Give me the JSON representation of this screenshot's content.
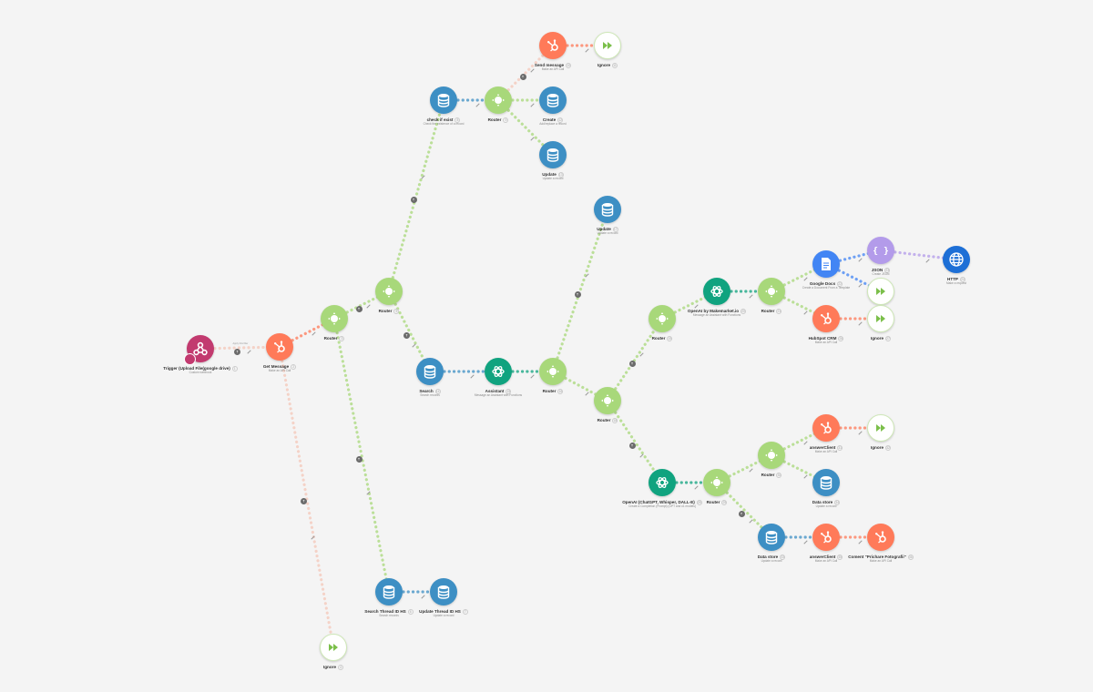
{
  "colors": {
    "router": "#a8d87a",
    "hubspot": "#ff7a59",
    "datastore": "#3d8fc4",
    "openai": "#10a37f",
    "trigger": "#c23a6f",
    "ignore": "#a8d87a",
    "json": "#b39bea",
    "http": "#1d6fd6",
    "gdocs": "#4285f4",
    "background": "#f4f4f4"
  },
  "nodes": [
    {
      "id": "trigger",
      "kind": "trigger",
      "icon": "webhook-icon",
      "label": "Trigger (Upload File(google drive)",
      "sub": "Custom webhook",
      "badge": "1"
    },
    {
      "id": "get_message",
      "kind": "hubspot",
      "icon": "hubspot-icon",
      "label": "Get Message",
      "sub": "Make an API Call",
      "badge": "2"
    },
    {
      "id": "router1",
      "kind": "router",
      "icon": "router-icon",
      "label": "Router",
      "sub": "",
      "badge": "3"
    },
    {
      "id": "ignore_bottom",
      "kind": "ignore",
      "icon": "ignore-icon",
      "label": "Ignore",
      "sub": "",
      "badge": "4"
    },
    {
      "id": "router2",
      "kind": "router",
      "icon": "router-icon",
      "label": "Router",
      "sub": "",
      "badge": "5"
    },
    {
      "id": "search_thread",
      "kind": "datastore",
      "icon": "datastore-icon",
      "label": "Search Thread ID HS",
      "sub": "Search records",
      "badge": "6"
    },
    {
      "id": "update_thread",
      "kind": "datastore",
      "icon": "datastore-icon",
      "label": "Update Thread ID HS",
      "sub": "Update a record",
      "badge": "7"
    },
    {
      "id": "check_exist",
      "kind": "datastore",
      "icon": "datastore-icon",
      "label": "check if exist",
      "sub": "Check the existence of a record",
      "badge": "8"
    },
    {
      "id": "router_top",
      "kind": "router",
      "icon": "router-icon",
      "label": "Router",
      "sub": "",
      "badge": "9"
    },
    {
      "id": "send_message",
      "kind": "hubspot",
      "icon": "hubspot-icon",
      "label": "Send message",
      "sub": "Make an API Call",
      "badge": "10"
    },
    {
      "id": "ignore_top",
      "kind": "ignore",
      "icon": "ignore-icon",
      "label": "Ignore",
      "sub": "",
      "badge": "11"
    },
    {
      "id": "create",
      "kind": "datastore",
      "icon": "datastore-icon",
      "label": "Create",
      "sub": "Add/replace a record",
      "badge": "12"
    },
    {
      "id": "update_top",
      "kind": "datastore",
      "icon": "datastore-icon",
      "label": "Update",
      "sub": "Update a record",
      "badge": "13"
    },
    {
      "id": "search",
      "kind": "datastore",
      "icon": "datastore-icon",
      "label": "Search",
      "sub": "Search records",
      "badge": "14"
    },
    {
      "id": "assistant",
      "kind": "openai",
      "icon": "openai-icon",
      "label": "Assistant",
      "sub": "Message an Assistant with Functions",
      "badge": "15"
    },
    {
      "id": "router3",
      "kind": "router",
      "icon": "router-icon",
      "label": "Router",
      "sub": "",
      "badge": "16"
    },
    {
      "id": "update_mid",
      "kind": "datastore",
      "icon": "datastore-icon",
      "label": "Update",
      "sub": "Update a record",
      "badge": "17"
    },
    {
      "id": "router4",
      "kind": "router",
      "icon": "router-icon",
      "label": "Router",
      "sub": "",
      "badge": "18"
    },
    {
      "id": "router5",
      "kind": "router",
      "icon": "router-icon",
      "label": "Router",
      "sub": "",
      "badge": "19"
    },
    {
      "id": "openai_make",
      "kind": "openai",
      "icon": "openai-icon",
      "label": "OpenAI by Makemarket.io",
      "sub": "Message an Assistant with Functions",
      "badge": "20"
    },
    {
      "id": "router6",
      "kind": "router",
      "icon": "router-icon",
      "label": "Router",
      "sub": "",
      "badge": "21"
    },
    {
      "id": "gdocs",
      "kind": "gdocs",
      "icon": "google-docs-icon",
      "label": "Google Docs",
      "sub": "Create a Document From a Template",
      "badge": "22"
    },
    {
      "id": "json",
      "kind": "json",
      "icon": "json-icon",
      "label": "JSON",
      "sub": "Create JSON",
      "badge": "23"
    },
    {
      "id": "http",
      "kind": "http",
      "icon": "globe-icon",
      "label": "HTTP",
      "sub": "Make a request",
      "badge": "24"
    },
    {
      "id": "ignore_gdocs",
      "kind": "ignore",
      "icon": "ignore-icon",
      "label": "Ignore",
      "sub": "",
      "badge": "25"
    },
    {
      "id": "hubspot_crm",
      "kind": "hubspot",
      "icon": "hubspot-icon",
      "label": "HubSpot CRM",
      "sub": "Make an API Call",
      "badge": "26"
    },
    {
      "id": "ignore_crm",
      "kind": "ignore",
      "icon": "ignore-icon",
      "label": "Ignore",
      "sub": "",
      "badge": "27"
    },
    {
      "id": "openai_whisper",
      "kind": "openai",
      "icon": "openai-icon",
      "label": "OpenAI (ChatGPT, Whisper, DALL-E)",
      "sub": "Create a Completion (Prompt) (GPT and o1 models)",
      "badge": "28"
    },
    {
      "id": "router7",
      "kind": "router",
      "icon": "router-icon",
      "label": "Router",
      "sub": "",
      "badge": "29"
    },
    {
      "id": "router8",
      "kind": "router",
      "icon": "router-icon",
      "label": "Router",
      "sub": "",
      "badge": "30"
    },
    {
      "id": "answer_client1",
      "kind": "hubspot",
      "icon": "hubspot-icon",
      "label": "answerClient",
      "sub": "Make an API Call",
      "badge": "31"
    },
    {
      "id": "ignore_answer",
      "kind": "ignore",
      "icon": "ignore-icon",
      "label": "Ignore",
      "sub": "",
      "badge": "32"
    },
    {
      "id": "datastore_a",
      "kind": "datastore",
      "icon": "datastore-icon",
      "label": "Data store",
      "sub": "Update a record",
      "badge": "33"
    },
    {
      "id": "datastore_b",
      "kind": "datastore",
      "icon": "datastore-icon",
      "label": "Data store",
      "sub": "Update a record",
      "badge": "34"
    },
    {
      "id": "answer_client2",
      "kind": "hubspot",
      "icon": "hubspot-icon",
      "label": "answerClient",
      "sub": "Make an API Call",
      "badge": "35"
    },
    {
      "id": "comment",
      "kind": "hubspot",
      "icon": "hubspot-icon",
      "label": "Coment \"Prichare Fotografii\"",
      "sub": "Make an API Call",
      "badge": "36"
    }
  ],
  "links": [
    {
      "from": "trigger",
      "to": "get_message",
      "style": "pink",
      "text": "Apply this filter",
      "filter": true
    },
    {
      "from": "get_message",
      "to": "router1",
      "style": "hubspot",
      "text": "",
      "filter": false
    },
    {
      "from": "get_message",
      "to": "ignore_bottom",
      "style": "pink",
      "text": "",
      "filter": true
    },
    {
      "from": "router1",
      "to": "router2",
      "style": "router",
      "text": "",
      "filter": true
    },
    {
      "from": "router1",
      "to": "search_thread",
      "style": "router",
      "text": "",
      "filter": true
    },
    {
      "from": "router2",
      "to": "check_exist",
      "style": "router",
      "text": "",
      "filter": true
    },
    {
      "from": "router2",
      "to": "search",
      "style": "router",
      "text": "",
      "filter": true
    },
    {
      "from": "search_thread",
      "to": "update_thread",
      "style": "datastore",
      "text": "",
      "filter": false
    },
    {
      "from": "check_exist",
      "to": "router_top",
      "style": "datastore",
      "text": "",
      "filter": false
    },
    {
      "from": "router_top",
      "to": "send_message",
      "style": "pink",
      "text": "",
      "filter": true
    },
    {
      "from": "send_message",
      "to": "ignore_top",
      "style": "hubspot",
      "text": "",
      "filter": false
    },
    {
      "from": "router_top",
      "to": "create",
      "style": "router",
      "text": "",
      "filter": false
    },
    {
      "from": "router_top",
      "to": "update_top",
      "style": "router",
      "text": "",
      "filter": false
    },
    {
      "from": "search",
      "to": "assistant",
      "style": "datastore",
      "text": "",
      "filter": false
    },
    {
      "from": "assistant",
      "to": "router3",
      "style": "openai",
      "text": "",
      "filter": false
    },
    {
      "from": "router3",
      "to": "update_mid",
      "style": "router",
      "text": "",
      "filter": true
    },
    {
      "from": "router3",
      "to": "router4",
      "style": "router",
      "text": "",
      "filter": false
    },
    {
      "from": "router4",
      "to": "router5",
      "style": "router",
      "text": "",
      "filter": true
    },
    {
      "from": "router4",
      "to": "openai_whisper",
      "style": "router",
      "text": "",
      "filter": true
    },
    {
      "from": "router5",
      "to": "openai_make",
      "style": "router",
      "text": "",
      "filter": false
    },
    {
      "from": "openai_make",
      "to": "router6",
      "style": "openai",
      "text": "",
      "filter": false
    },
    {
      "from": "router6",
      "to": "gdocs",
      "style": "router",
      "text": "",
      "filter": false
    },
    {
      "from": "router6",
      "to": "hubspot_crm",
      "style": "router",
      "text": "",
      "filter": false
    },
    {
      "from": "gdocs",
      "to": "json",
      "style": "gdocs",
      "text": "",
      "filter": false
    },
    {
      "from": "json",
      "to": "http",
      "style": "json",
      "text": "",
      "filter": false
    },
    {
      "from": "gdocs",
      "to": "ignore_gdocs",
      "style": "gdocs",
      "text": "",
      "filter": false
    },
    {
      "from": "hubspot_crm",
      "to": "ignore_crm",
      "style": "hubspot",
      "text": "",
      "filter": false
    },
    {
      "from": "openai_whisper",
      "to": "router7",
      "style": "openai",
      "text": "",
      "filter": false
    },
    {
      "from": "router7",
      "to": "router8",
      "style": "router",
      "text": "",
      "filter": false
    },
    {
      "from": "router7",
      "to": "datastore_a",
      "style": "router",
      "text": "",
      "filter": true
    },
    {
      "from": "router8",
      "to": "answer_client1",
      "style": "router",
      "text": "",
      "filter": false
    },
    {
      "from": "router8",
      "to": "datastore_b",
      "style": "router",
      "text": "",
      "filter": false
    },
    {
      "from": "answer_client1",
      "to": "ignore_answer",
      "style": "hubspot",
      "text": "",
      "filter": false
    },
    {
      "from": "datastore_a",
      "to": "answer_client2",
      "style": "datastore",
      "text": "",
      "filter": false
    },
    {
      "from": "answer_client2",
      "to": "comment",
      "style": "hubspot",
      "text": "",
      "filter": false
    }
  ]
}
